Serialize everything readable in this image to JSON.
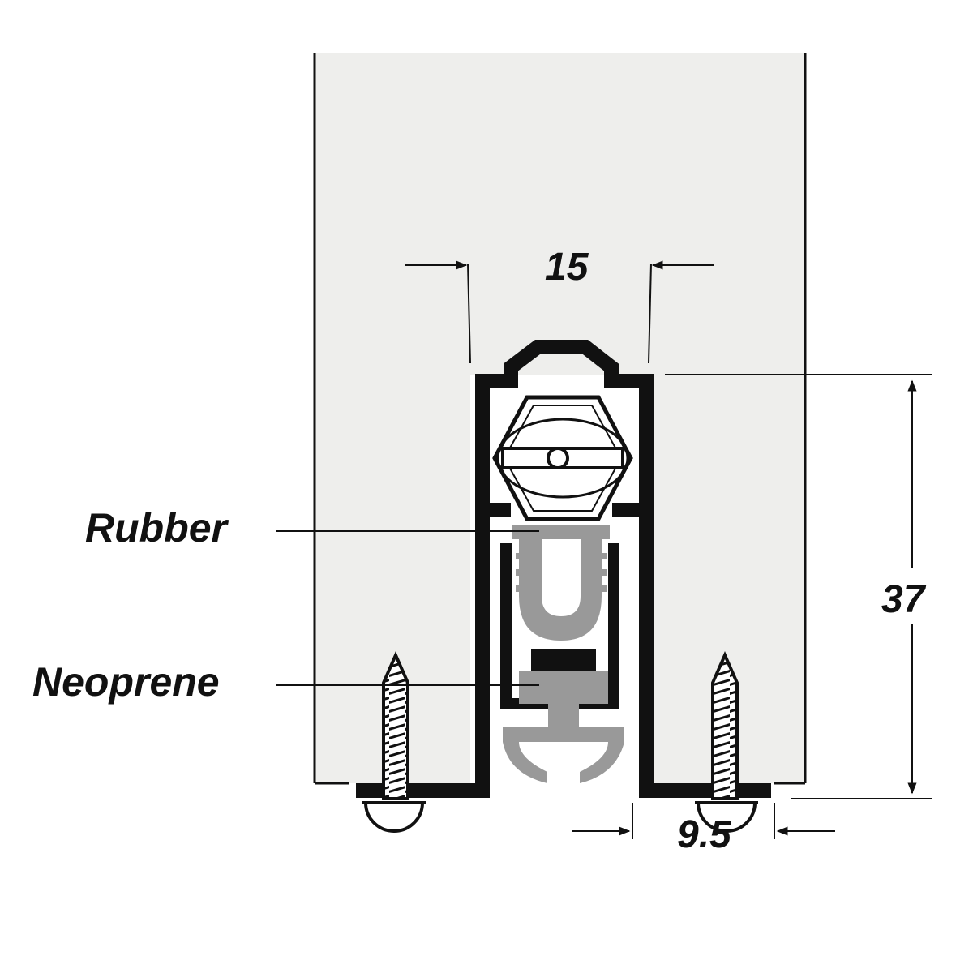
{
  "labels": {
    "rubber": "Rubber",
    "neoprene": "Neoprene"
  },
  "dimensions": {
    "width": "15",
    "height": "37",
    "flange": "9.5"
  },
  "colors": {
    "door": "#eeeeec",
    "profile": "#111111",
    "seal": "#999999",
    "line": "#111111"
  }
}
